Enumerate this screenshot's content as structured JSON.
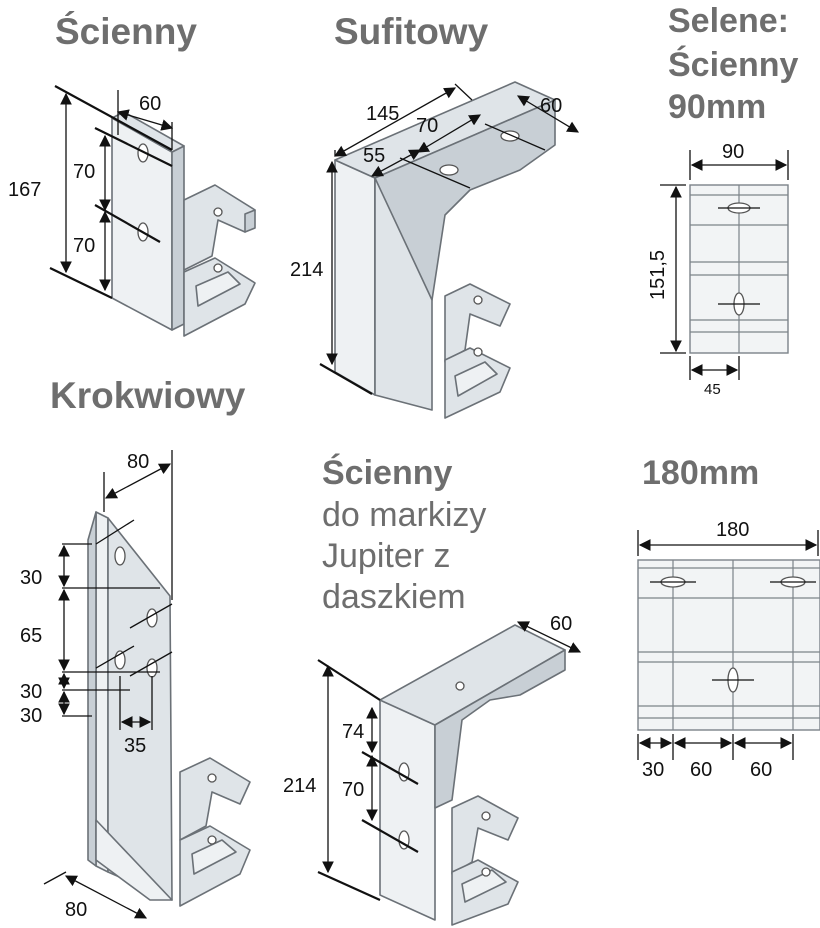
{
  "titles": {
    "scienny": "Ścienny",
    "sufitowy": "Sufitowy",
    "selene_l1": "Selene:",
    "selene_l2": "Ścienny",
    "selene_l3": "90mm",
    "krokwiowy": "Krokwiowy",
    "jupiter_l1": "Ścienny",
    "jupiter_l2": "do markizy",
    "jupiter_l3": "Jupiter z",
    "jupiter_l4": "daszkiem",
    "mm180": "180mm"
  },
  "dims": {
    "scienny": {
      "width": "60",
      "height": "167",
      "spacing1": "70",
      "spacing2": "70"
    },
    "sufitowy": {
      "d145": "145",
      "d70": "70",
      "d60": "60",
      "d55": "55",
      "height": "214"
    },
    "selene90": {
      "width": "90",
      "height": "151,5",
      "offset": "45"
    },
    "krokwiowy": {
      "top": "80",
      "bottom": "80",
      "d30a": "30",
      "d65": "65",
      "d30b": "30",
      "d30c": "30",
      "d35": "35"
    },
    "jupiter": {
      "d60": "60",
      "height": "214",
      "d74": "74",
      "d70": "70"
    },
    "plate180": {
      "width": "180",
      "d30": "30",
      "d60a": "60",
      "d60b": "60"
    }
  },
  "colors": {
    "title": "#6e6e6e",
    "line": "#6b7177",
    "dimension": "#111111"
  }
}
